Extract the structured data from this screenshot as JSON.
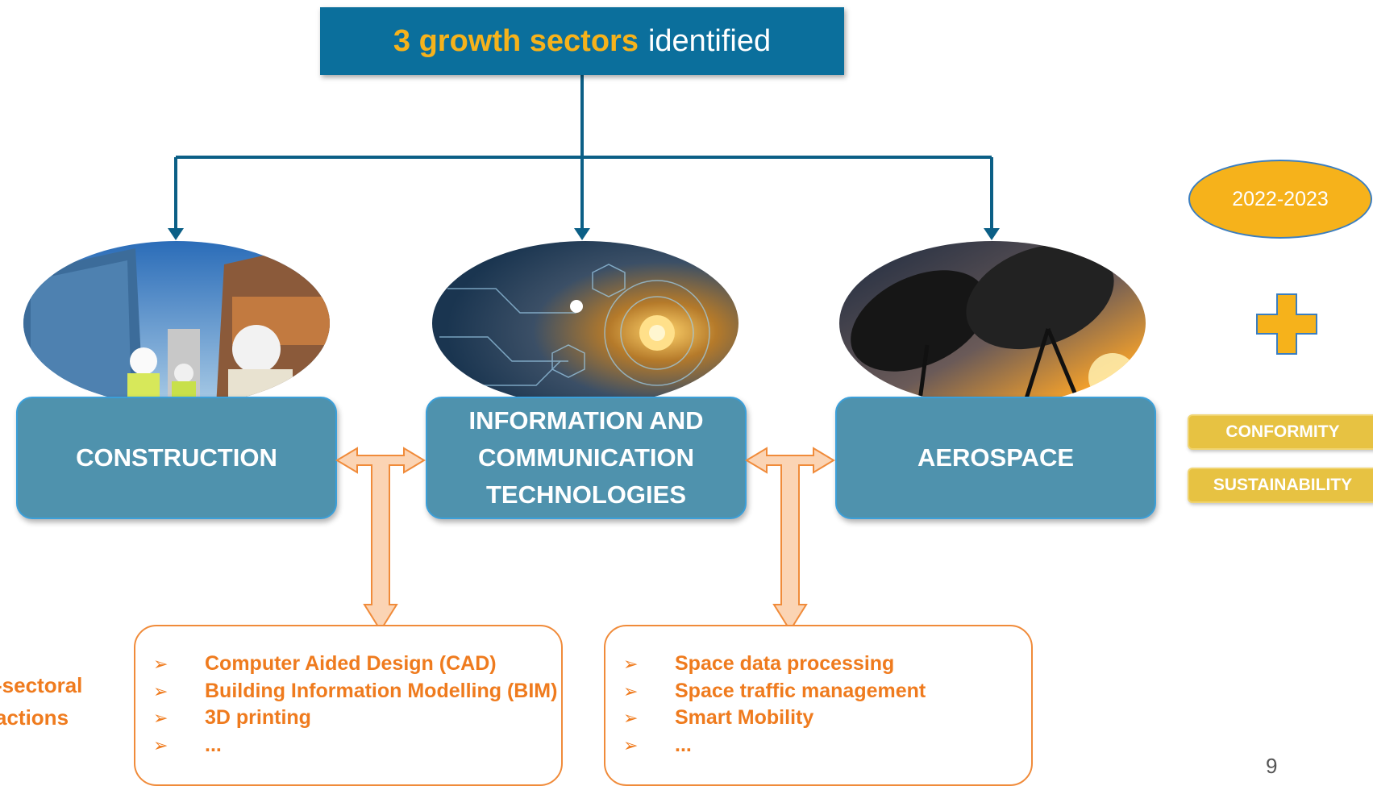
{
  "title": {
    "highlight": "3 growth sectors",
    "rest": "identified"
  },
  "sectors": [
    {
      "label": "CONSTRUCTION"
    },
    {
      "label": "INFORMATION AND\nCOMMUNICATION\nTECHNOLOGIES"
    },
    {
      "label": "AEROSPACE"
    }
  ],
  "period": "2022-2023",
  "tags": [
    "CONFORMITY",
    "SUSTAINABILITY"
  ],
  "cross_sectoral": {
    "line1": "-sectoral",
    "line2": "actions"
  },
  "list_left": [
    "Computer Aided Design (CAD)",
    "Building Information Modelling (BIM)",
    "3D printing",
    "..."
  ],
  "list_right": [
    "Space data processing",
    "Space traffic management",
    "Smart Mobility",
    "..."
  ],
  "page_number": "9",
  "colors": {
    "title_bg": "#0b6f9c",
    "highlight": "#f6b21b",
    "sector_bg": "#4f92ad",
    "accent_orange": "#ef7b1e",
    "tag_bg": "#e7c242"
  },
  "icons": [
    "plus-icon",
    "double-arrow-icon",
    "bullet-arrow-icon"
  ]
}
